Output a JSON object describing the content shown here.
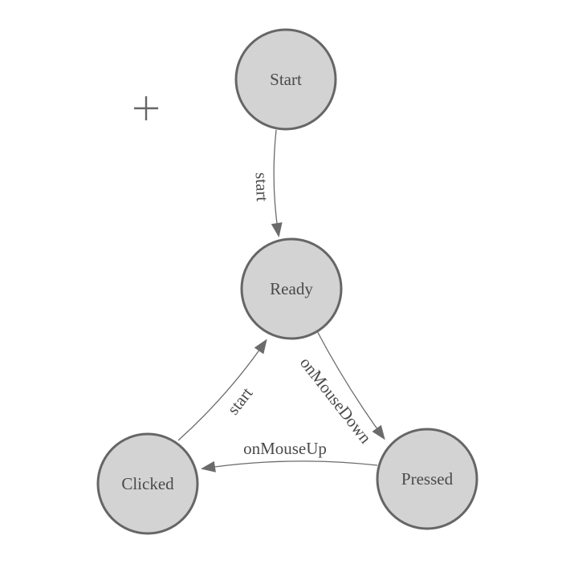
{
  "theme": {
    "canvas-bg": "#ffffff",
    "node-fill": "#d3d3d3",
    "node-stroke": "#666666",
    "edge-color": "#6b6b6b",
    "text-color": "#4a4a4a",
    "cursor-color": "#666666"
  },
  "canvas": {
    "cursor_icon": "plus-crosshair"
  },
  "nodes": [
    {
      "id": "start",
      "label": "Start"
    },
    {
      "id": "ready",
      "label": "Ready"
    },
    {
      "id": "clicked",
      "label": "Clicked"
    },
    {
      "id": "pressed",
      "label": "Pressed"
    }
  ],
  "edges": [
    {
      "from": "Start",
      "to": "Ready",
      "label": "start"
    },
    {
      "from": "Clicked",
      "to": "Ready",
      "label": "start"
    },
    {
      "from": "Ready",
      "to": "Pressed",
      "label": "onMouseDown"
    },
    {
      "from": "Pressed",
      "to": "Clicked",
      "label": "onMouseUp"
    }
  ]
}
